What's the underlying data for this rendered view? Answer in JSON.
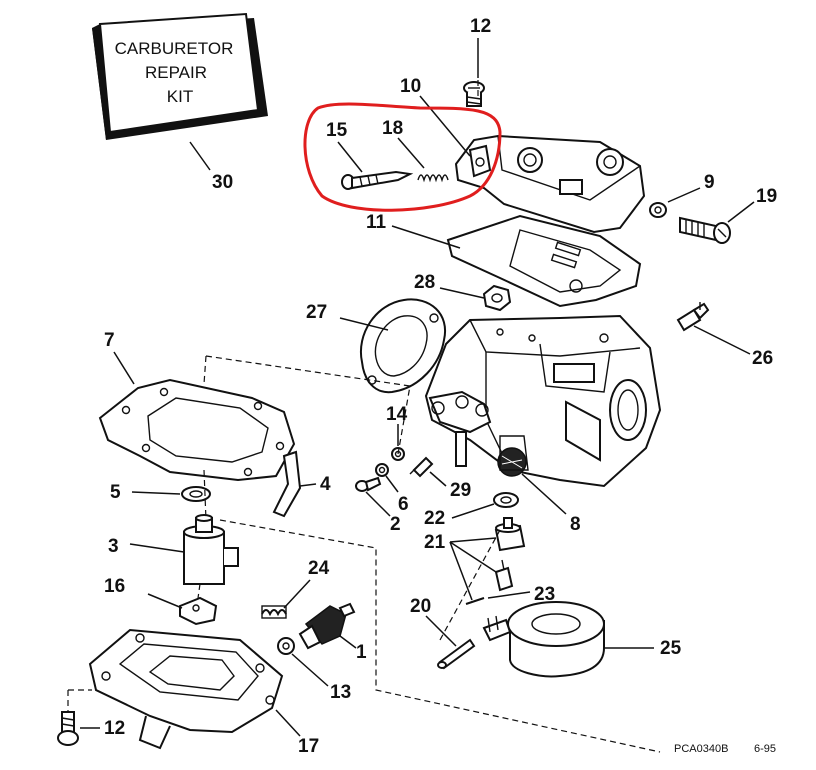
{
  "kit_box": {
    "line1": "CARBURETOR",
    "line2": "REPAIR",
    "line3": "KIT"
  },
  "labels": {
    "p1": "1",
    "p2": "2",
    "p3": "3",
    "p4": "4",
    "p5": "5",
    "p6": "6",
    "p7": "7",
    "p8": "8",
    "p9": "9",
    "p10": "10",
    "p11": "11",
    "p12_top": "12",
    "p12_bottom": "12",
    "p13": "13",
    "p14": "14",
    "p15": "15",
    "p16": "16",
    "p17": "17",
    "p18": "18",
    "p19": "19",
    "p20": "20",
    "p21": "21",
    "p22": "22",
    "p23": "23",
    "p24": "24",
    "p25": "25",
    "p26": "26",
    "p27": "27",
    "p28": "28",
    "p29": "29",
    "p30": "30"
  },
  "footer": {
    "code": "PCA0340B",
    "date": "6-95"
  },
  "highlight_color": "#e01e1e"
}
